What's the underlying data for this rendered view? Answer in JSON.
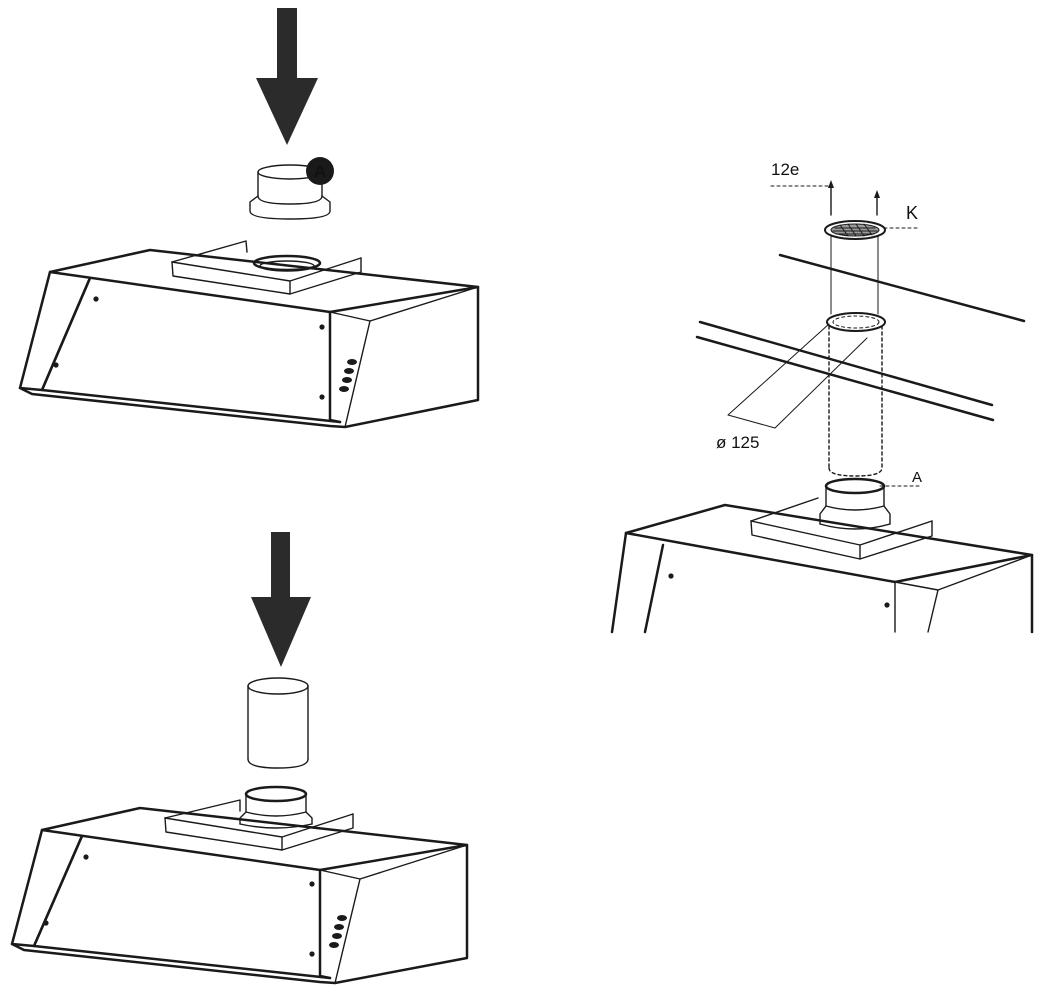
{
  "labels": {
    "badge_a": "A",
    "pipe_a": "A",
    "grille_k": "K",
    "screws": "12e",
    "diameter": "ø 125"
  },
  "colors": {
    "ink": "#1a1a1a",
    "arrow": "#2b2b2b",
    "badge_fill": "#1a1a1a",
    "badge_text": "#ffffff",
    "background": "#ffffff"
  },
  "icons": {
    "arrow_1": "down-arrow-icon",
    "arrow_2": "down-arrow-icon",
    "badge": "letter-a-badge-icon"
  }
}
